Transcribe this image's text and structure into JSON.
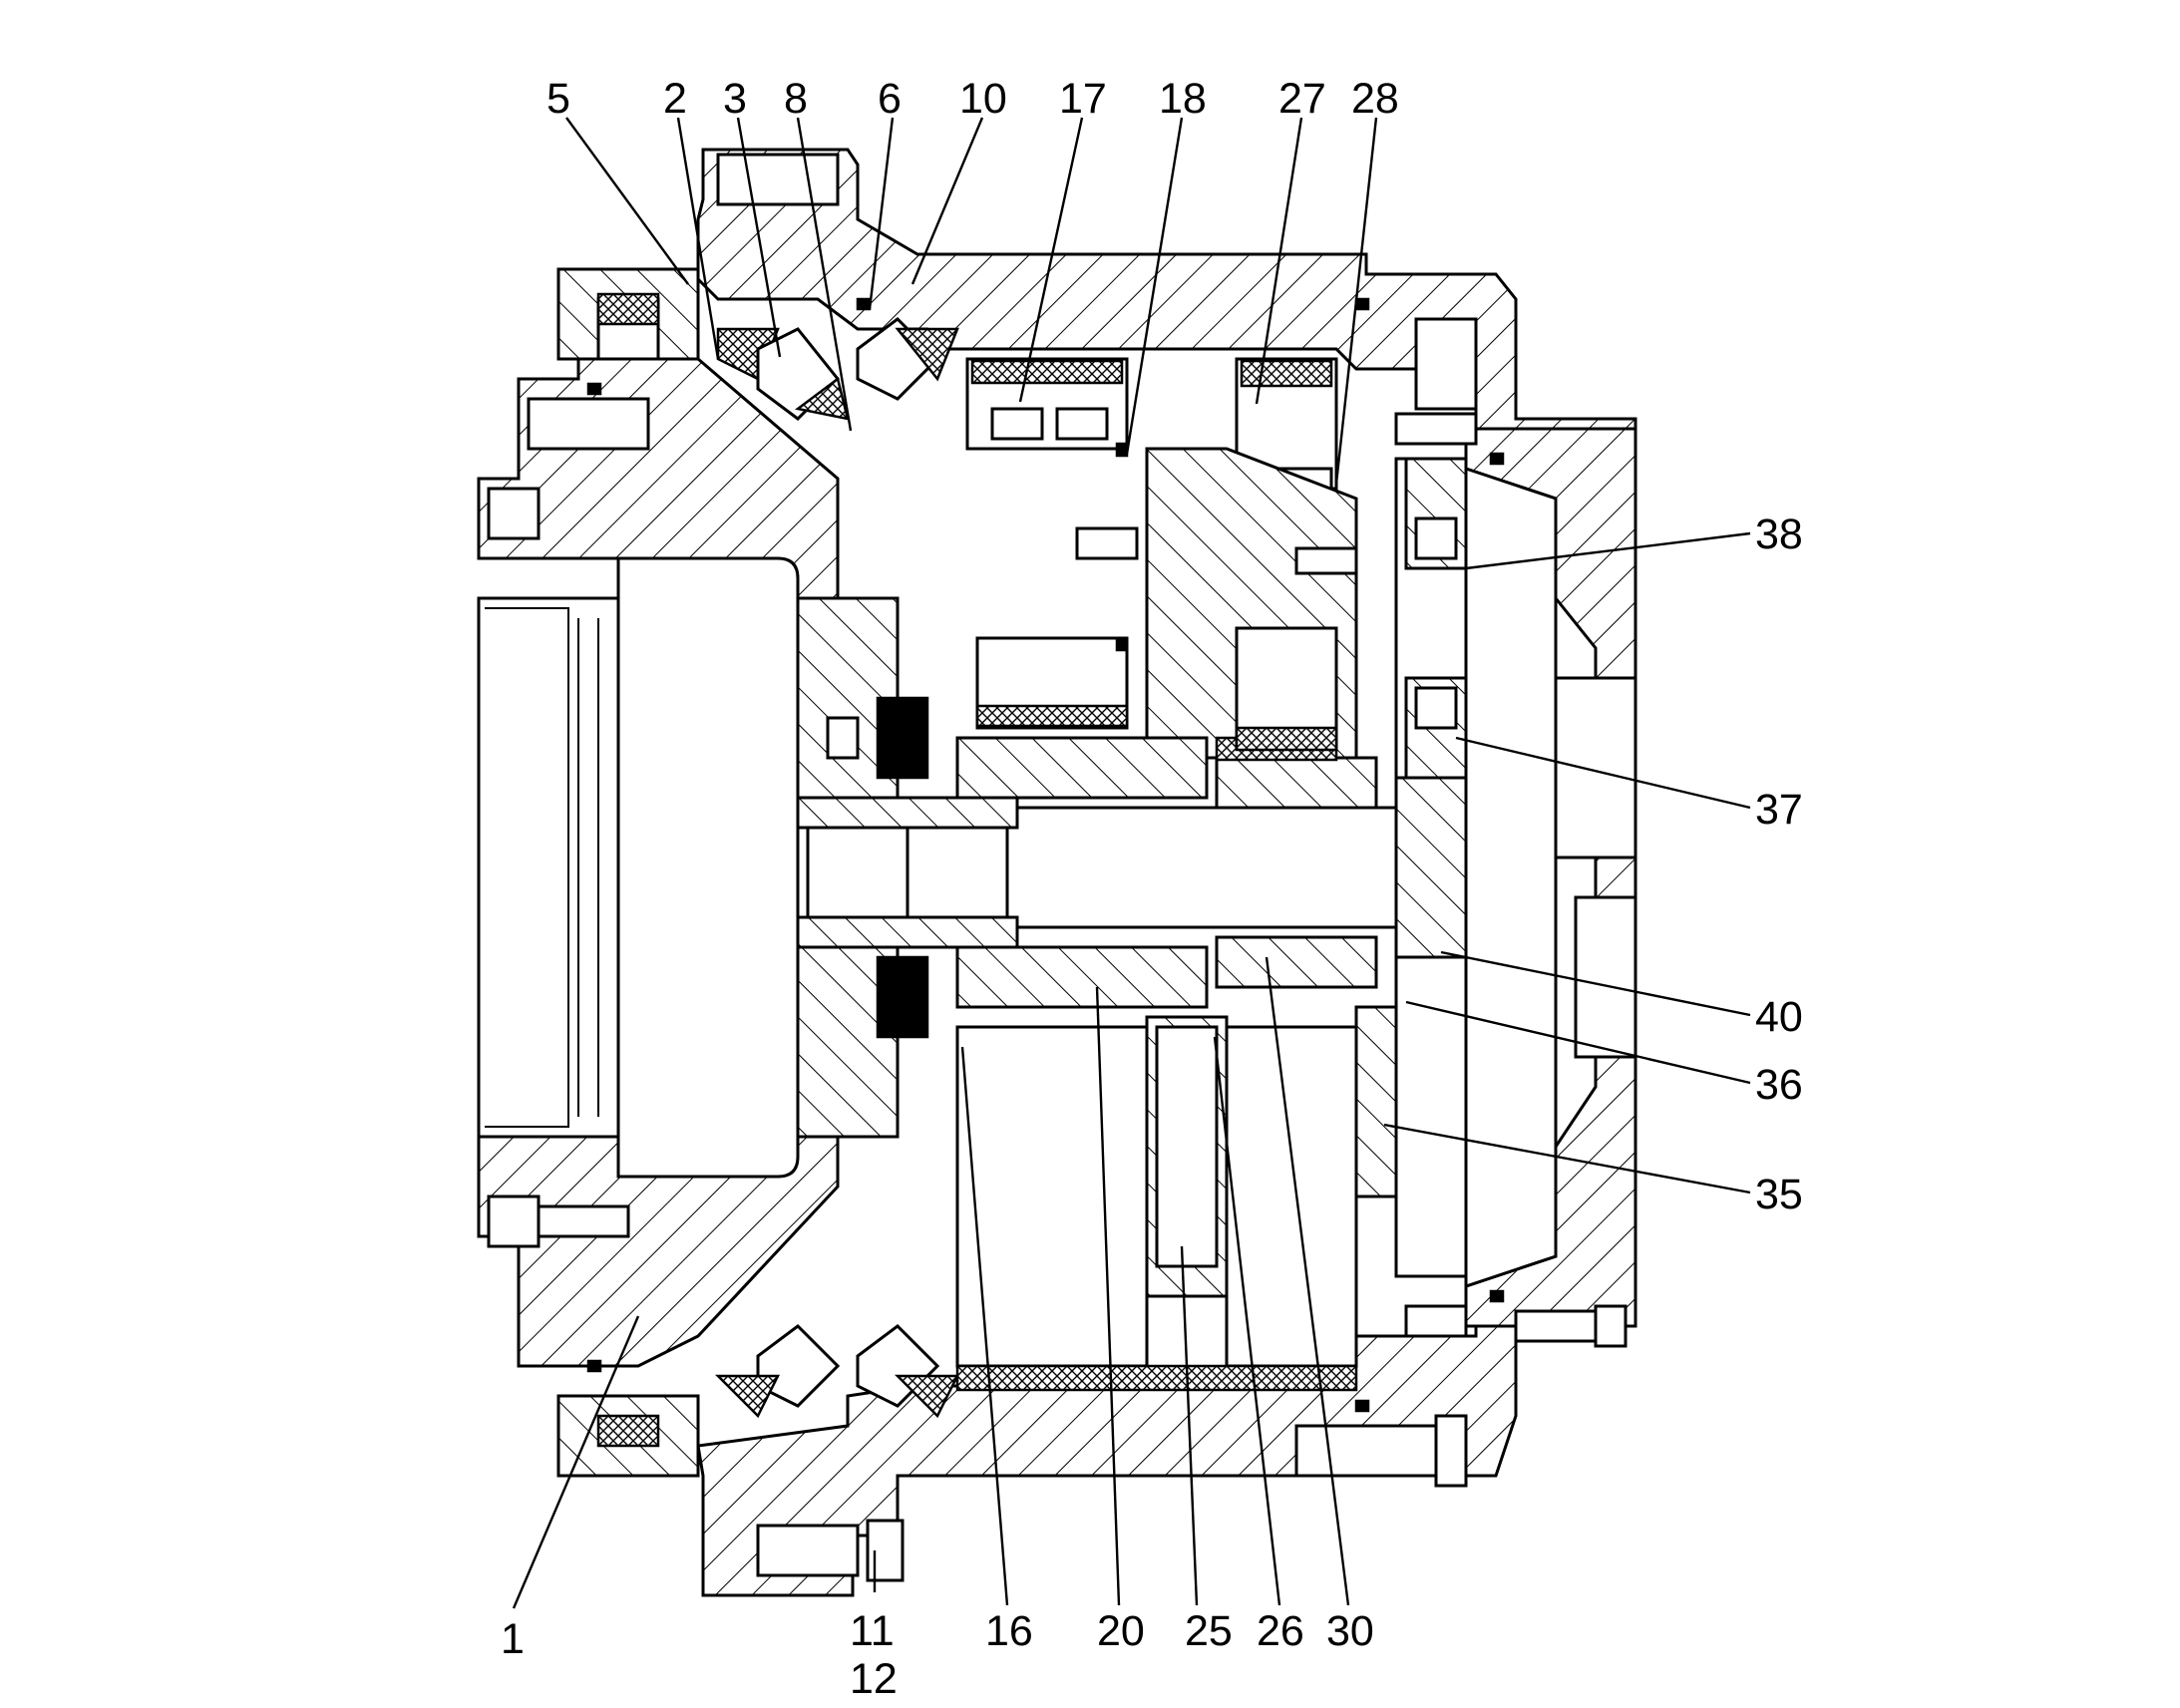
{
  "labels": {
    "l1": "1",
    "l2": "2",
    "l3": "3",
    "l5": "5",
    "l6": "6",
    "l8": "8",
    "l10": "10",
    "l11": "11",
    "l12": "12",
    "l16": "16",
    "l17": "17",
    "l18": "18",
    "l20": "20",
    "l25": "25",
    "l26": "26",
    "l27": "27",
    "l28": "28",
    "l30": "30",
    "l35": "35",
    "l36": "36",
    "l37": "37",
    "l38": "38",
    "l40": "40"
  }
}
